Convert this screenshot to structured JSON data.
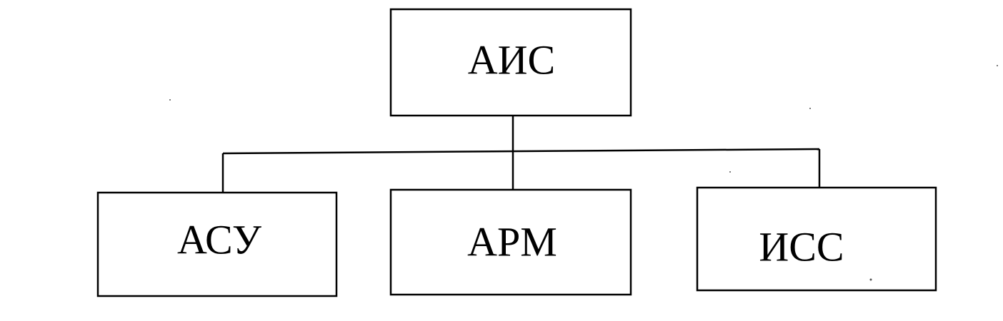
{
  "diagram": {
    "root": {
      "label": "АИС"
    },
    "children": [
      {
        "label": "АСУ"
      },
      {
        "label": "АРМ"
      },
      {
        "label": "ИСС"
      }
    ],
    "colors": {
      "stroke": "#000000",
      "fill": "#ffffff",
      "text": "#000000"
    }
  }
}
